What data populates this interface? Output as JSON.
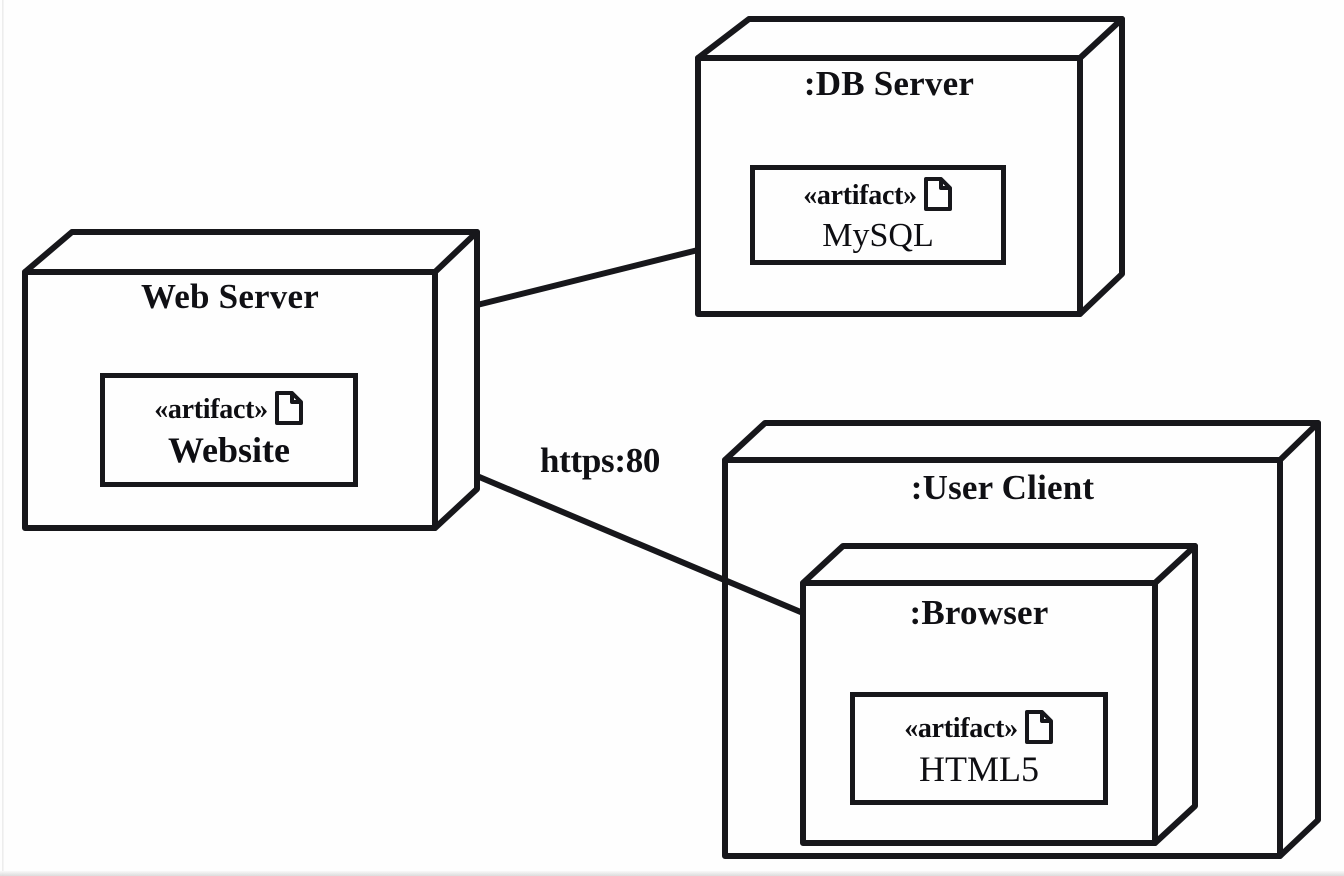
{
  "diagram": {
    "type": "uml-deployment-diagram",
    "stroke_color": "#17171b",
    "background_color": "#fefefe",
    "text_color": "#101014"
  },
  "nodes": {
    "web_server": {
      "label": "Web Server",
      "artifact": {
        "stereotype": "«artifact»",
        "name": "Website",
        "icon": "document-icon"
      }
    },
    "db_server": {
      "label": ":DB Server",
      "artifact": {
        "stereotype": "«artifact»",
        "name": "MySQL",
        "icon": "document-icon"
      }
    },
    "user_client": {
      "label": ":User Client",
      "browser": {
        "label": ":Browser",
        "artifact": {
          "stereotype": "«artifact»",
          "name": "HTML5",
          "icon": "document-icon"
        }
      }
    }
  },
  "connections": [
    {
      "id": "web-to-db",
      "from": "web_server",
      "to": "db_server",
      "label": ""
    },
    {
      "id": "web-to-client",
      "from": "web_server",
      "to": "user_client",
      "label": "https:80"
    }
  ]
}
